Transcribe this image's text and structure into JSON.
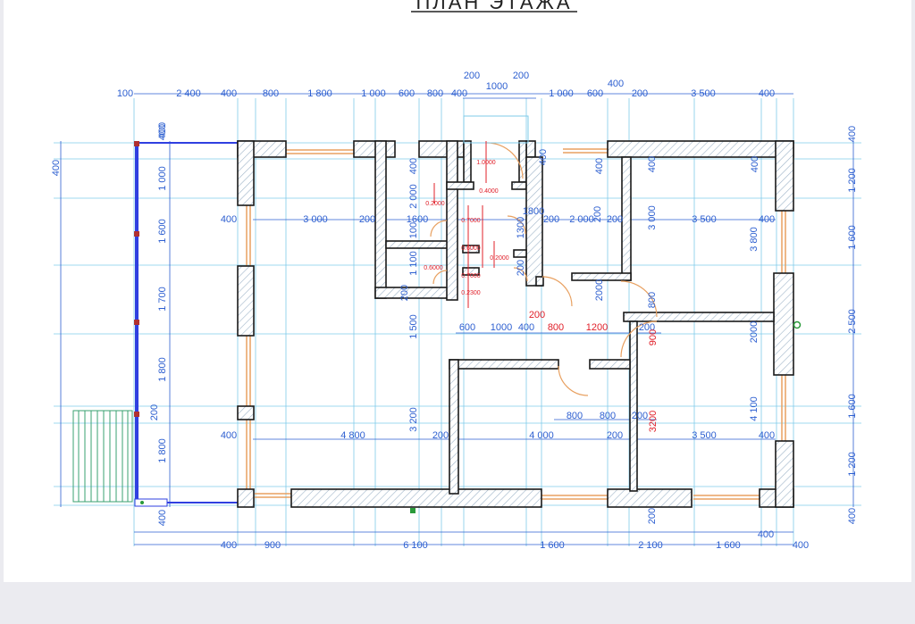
{
  "title": "ПЛАН ЭТАЖА",
  "colors": {
    "background": "#ebebf0",
    "sheet": "#ffffff",
    "wall": "#1a1a1a",
    "hatch": "#9fb4c8",
    "dimension": "#2d5fd0",
    "grid": "#7fcbea",
    "window": "#e8a060",
    "terrace": "#2f3fe0",
    "stairs": "#3aa070",
    "accent_red": "#e0202a"
  },
  "dims_top": {
    "row1": [
      "200",
      "200",
      "1000",
      "400"
    ],
    "row2": [
      "100",
      "2 400",
      "400",
      "800",
      "1 800",
      "1 000",
      "600",
      "800",
      "400",
      "1 000",
      "600",
      "200",
      "3 500",
      "400"
    ]
  },
  "dims_bottom": [
    "400",
    "900",
    "6 100",
    "1 600",
    "2 100",
    "1 600",
    "400",
    "400"
  ],
  "dims_left": [
    "400",
    "400",
    "1 000",
    "1 600",
    "1 700",
    "1 800",
    "200",
    "1 800",
    "400"
  ],
  "dims_right": [
    "400",
    "1 200",
    "1 600",
    "2 500",
    "1 600",
    "1 200",
    "400"
  ],
  "interior_dims": {
    "row_a": [
      "400",
      "3 000",
      "200",
      "1600",
      "1800",
      "200",
      "2 000",
      "200",
      "3 500",
      "400"
    ],
    "row_b": [
      "600",
      "1000",
      "400",
      "800",
      "1200",
      "200"
    ],
    "row_c": [
      "800",
      "800",
      "200"
    ],
    "row_d": [
      "400",
      "4 800",
      "200",
      "4 000",
      "200",
      "3 500",
      "400"
    ],
    "vertical": [
      "400",
      "400",
      "400",
      "2 000",
      "100",
      "1 100",
      "1 500",
      "3 200",
      "200",
      "1300",
      "200",
      "400",
      "3 000",
      "2000",
      "200",
      "3 800",
      "2000",
      "800",
      "4 100",
      "400",
      "400",
      "200"
    ],
    "red": [
      "200",
      "800",
      "1200",
      "900",
      "3200",
      "1.0000",
      "0.4000",
      "0.2000",
      "0.7000",
      "0.6000",
      "0.2000",
      "0.6000",
      "0.7000",
      "0.2300"
    ]
  }
}
